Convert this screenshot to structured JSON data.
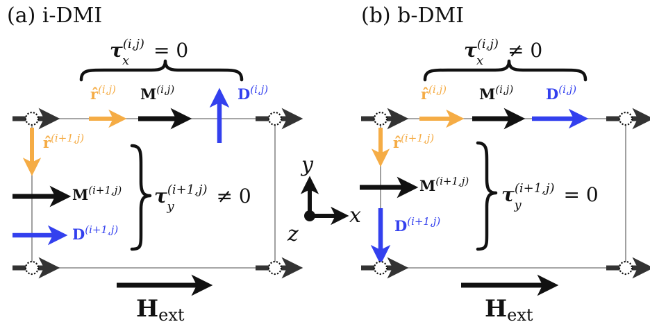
{
  "colors": {
    "orange": "#f5ac45",
    "blue": "#3340ee",
    "black": "#111111",
    "grid": "#888888",
    "node": "#333333"
  },
  "icons": {
    "node_marker": "dotted-circle-icon",
    "arrow": "arrow-icon",
    "brace": "curly-brace-icon"
  },
  "panel_a": {
    "title": "(a) i-DMI",
    "torque_top": "τ",
    "torque_top_sub": "x",
    "torque_top_sup": "(i,j)",
    "torque_top_rel": " = 0",
    "r_top": "r̂",
    "r_top_sup": "(i,j)",
    "m_top": "M",
    "m_top_sup": "(i,j)",
    "d_top": "D",
    "d_top_sup": "(i,j)",
    "r_side": "r̂",
    "r_side_sup": "(i+1,j)",
    "m_side": "M",
    "m_side_sup": "(i+1,j)",
    "d_side": "D",
    "d_side_sup": "(i+1,j)",
    "torque_side": "τ",
    "torque_side_sub": "y",
    "torque_side_sup": "(i+1,j)",
    "torque_side_rel": " ≠ 0",
    "field": "H",
    "field_sub": "ext"
  },
  "panel_b": {
    "title": "(b) b-DMI",
    "torque_top": "τ",
    "torque_top_sub": "x",
    "torque_top_sup": "(i,j)",
    "torque_top_rel": " ≠ 0",
    "r_top": "r̂",
    "r_top_sup": "(i,j)",
    "m_top": "M",
    "m_top_sup": "(i,j)",
    "d_top": "D",
    "d_top_sup": "(i,j)",
    "r_side": "r̂",
    "r_side_sup": "(i+1,j)",
    "m_side": "M",
    "m_side_sup": "(i+1,j)",
    "d_side": "D",
    "d_side_sup": "(i+1,j)",
    "torque_side": "τ",
    "torque_side_sub": "y",
    "torque_side_sup": "(i+1,j)",
    "torque_side_rel": " = 0",
    "field": "H",
    "field_sub": "ext"
  },
  "axes": {
    "x": "x",
    "y": "y",
    "z": "z"
  }
}
